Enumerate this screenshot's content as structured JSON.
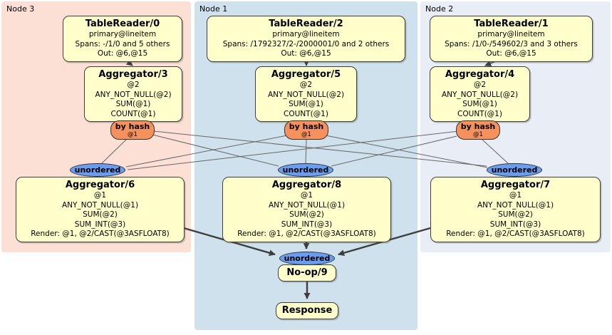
{
  "colors": {
    "region_node3_bg": "#fcdfd5",
    "region_node1_bg": "#cfe1ed",
    "region_node2_bg": "#e9edf6",
    "processor_box_bg": "#ffffcc",
    "hash_router_bg": "#f5915c",
    "stream_router_bg": "#689df0",
    "edge_color": "#676767",
    "arrow_color": "#3e3e3e"
  },
  "regions": [
    {
      "label": "Node 3"
    },
    {
      "label": "Node 1"
    },
    {
      "label": "Node 2"
    }
  ],
  "processors": {
    "tr0": {
      "title": "TableReader/0",
      "lines": [
        "primary@lineitem",
        "Spans: -/1/0 and 5 others",
        "Out: @6,@15"
      ]
    },
    "tr2": {
      "title": "TableReader/2",
      "lines": [
        "primary@lineitem",
        "Spans: /1792327/2-/2000001/0 and 2 others",
        "Out: @6,@15"
      ]
    },
    "tr1": {
      "title": "TableReader/1",
      "lines": [
        "primary@lineitem",
        "Spans: /1/0-/549602/3 and 3 others",
        "Out: @6,@15"
      ]
    },
    "agg3": {
      "title": "Aggregator/3",
      "lines": [
        "@2",
        "ANY_NOT_NULL(@2)",
        "SUM(@1)",
        "COUNT(@1)"
      ]
    },
    "agg5": {
      "title": "Aggregator/5",
      "lines": [
        "@2",
        "ANY_NOT_NULL(@2)",
        "SUM(@1)",
        "COUNT(@1)"
      ]
    },
    "agg4": {
      "title": "Aggregator/4",
      "lines": [
        "@2",
        "ANY_NOT_NULL(@2)",
        "SUM(@1)",
        "COUNT(@1)"
      ]
    },
    "agg6": {
      "title": "Aggregator/6",
      "lines": [
        "@1",
        "ANY_NOT_NULL(@1)",
        "SUM(@2)",
        "SUM_INT(@3)",
        "Render: @1, @2/CAST(@3ASFLOAT8)"
      ]
    },
    "agg8": {
      "title": "Aggregator/8",
      "lines": [
        "@1",
        "ANY_NOT_NULL(@1)",
        "SUM(@2)",
        "SUM_INT(@3)",
        "Render: @1, @2/CAST(@3ASFLOAT8)"
      ]
    },
    "agg7": {
      "title": "Aggregator/7",
      "lines": [
        "@1",
        "ANY_NOT_NULL(@1)",
        "SUM(@2)",
        "SUM_INT(@3)",
        "Render: @1, @2/CAST(@3ASFLOAT8)"
      ]
    },
    "noop": {
      "title": "No-op/9"
    },
    "response": {
      "title": "Response"
    }
  },
  "routers": {
    "by_hash": {
      "label": "by hash",
      "key": "@1"
    },
    "unordered": {
      "label": "unordered"
    }
  }
}
